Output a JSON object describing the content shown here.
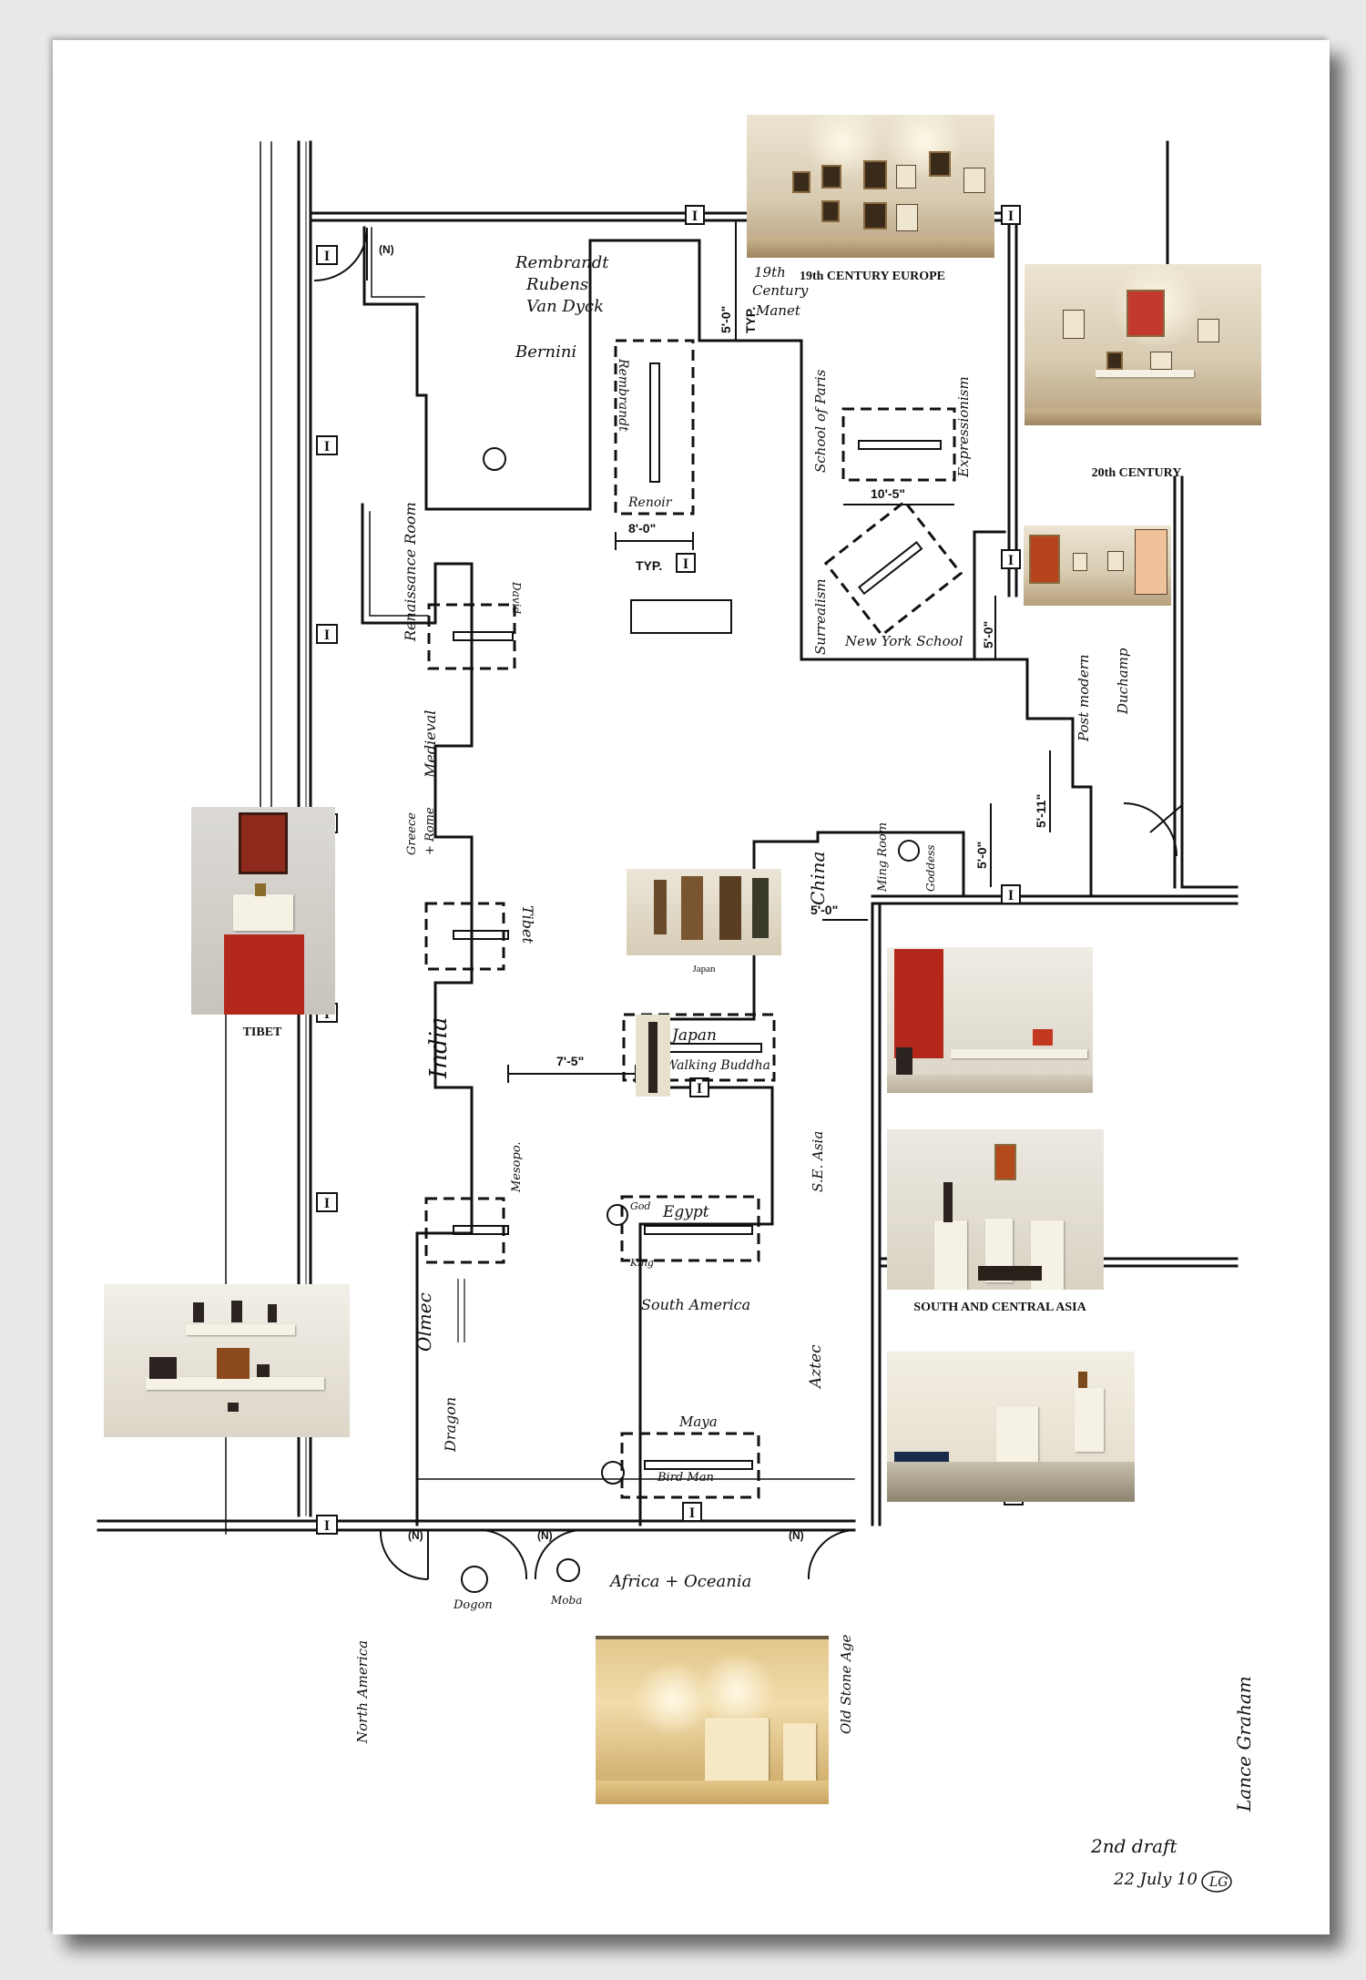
{
  "captions": {
    "europe": "19th CENTURY EUROPE",
    "twentieth": "20th CENTURY",
    "tibet": "TIBET",
    "japan": "Japan",
    "asia": "SOUTH AND CENTRAL ASIA"
  },
  "dimensions": {
    "d_top": "5'-0\"",
    "d_typ": "8'-0\"",
    "typ": "TYP.",
    "d_right": "10'-5\"",
    "d_5b": "5'-0\"",
    "d_511": "5'-11\"",
    "d_5c": "5'-0\"",
    "d_5d": "5'-0\"",
    "d_75": "7'-5\""
  },
  "handwritten": {
    "rembrandt": "Rembrandt",
    "rubens": "Rubens",
    "vandyck": "Van Dyck",
    "bernini": "Bernini",
    "rembrandt_v": "Rembrandt",
    "renoir": "Renoir",
    "typ_small": "TYP.",
    "c19th": "19th",
    "century": "Century",
    "manet": "Manet",
    "school_paris": "School of Paris",
    "expressionism": "Expressionism",
    "surrealism": "Surrealism",
    "ny_school": "New York School",
    "post_modern": "Post modern",
    "duchamp": "Duchamp",
    "renaissance": "Renaissance Room",
    "david": "David",
    "medieval": "Medieval",
    "greece_rome_1": "Greece",
    "greece_rome_2": "+ Rome",
    "tibet": "Tibet",
    "india": "India",
    "mesopo": "Mesopo.",
    "olmec": "Olmec",
    "dragon": "Dragon",
    "china": "China",
    "ming": "Ming Room",
    "goddess": "Goddess",
    "japan": "Japan",
    "walking_buddha": "Walking Buddha",
    "se_asia": "S.E. Asia",
    "egypt": "Egypt",
    "god_1": "God",
    "god_2": "King",
    "south_america": "South America",
    "aztec": "Aztec",
    "maya": "Maya",
    "bird_man": "Bird Man",
    "dogon": "Dogon",
    "moba": "Moba",
    "africa_oceania": "Africa + Oceania",
    "north_america": "North America",
    "old_stone_age": "Old Stone Age",
    "draft": "2nd draft",
    "date": "22 July 10",
    "initials": "LG",
    "author": "Lance Graham"
  },
  "markers": {
    "column": "I",
    "north": "(N)"
  },
  "colors": {
    "ink": "#111111",
    "photo_wall": "#e8dfca",
    "accent_red": "#b4281c"
  }
}
